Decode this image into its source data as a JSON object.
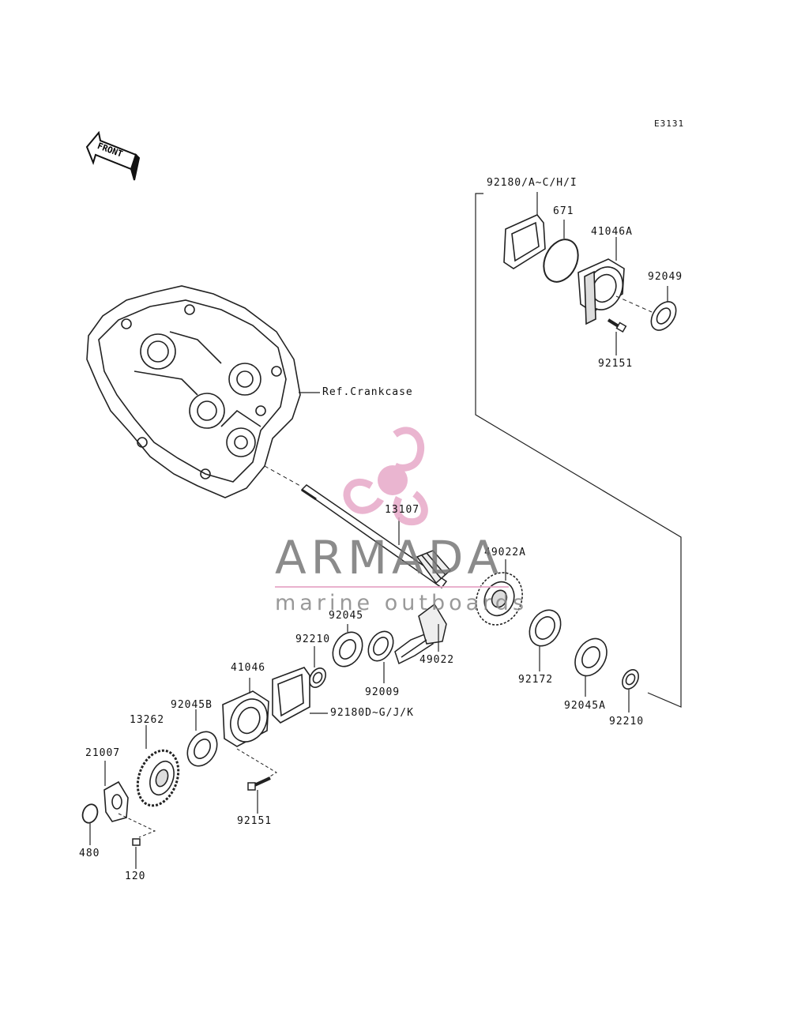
{
  "diagram_code": "E3131",
  "front_label": "FRONT",
  "reference": "Ref.Crankcase",
  "watermark": {
    "brand": "ARMADA",
    "tagline": "marine outboards",
    "accent_color": "#e7a9c8",
    "text_color": "#777777"
  },
  "callouts": [
    "92180/A~C/H/I",
    "671",
    "41046A",
    "92049",
    "92151",
    "13107",
    "49022A",
    "92045",
    "92210",
    "49022",
    "92009",
    "92172",
    "41046",
    "92180D~G/J/K",
    "92045A",
    "92210",
    "92045B",
    "13262",
    "21007",
    "92151",
    "480",
    "120"
  ]
}
